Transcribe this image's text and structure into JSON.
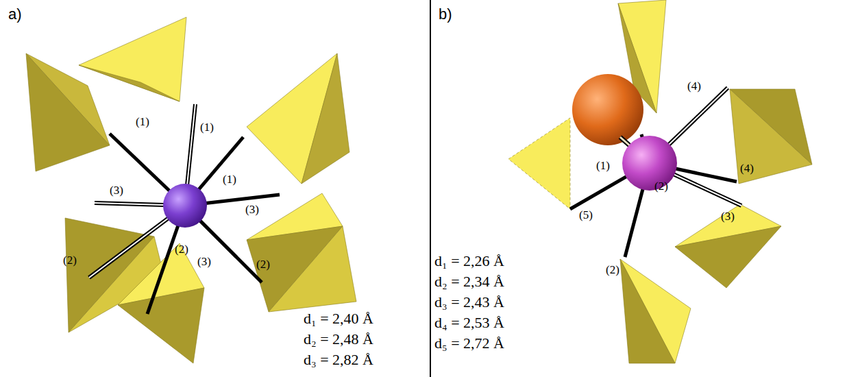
{
  "diagram": {
    "labels": [
      "a)",
      "(1)",
      "(1)",
      "(1)",
      "(3)",
      "(3)",
      "(2)",
      "(2)",
      "(3)",
      "(2)",
      "d₁ = 2,40 Å",
      "d₂ = 2,48 Å",
      "d₃ = 2,82 Å",
      "b)",
      "(1)",
      "(2)",
      "(4)",
      "(4)",
      "(3)",
      "(5)",
      "(2)",
      "d₁ = 2,26 Å",
      "d₂ = 2,34 Å",
      "d₃ = 2,43 Å",
      "d₄ = 2,53 Å",
      "d₅ = 2,72 Å"
    ]
  }
}
